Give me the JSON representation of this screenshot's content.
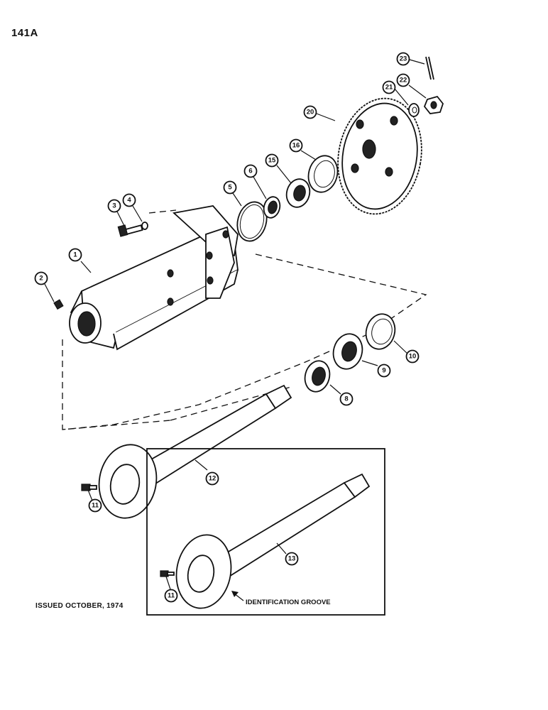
{
  "page_number": "141A",
  "issued": "ISSUED OCTOBER, 1974",
  "identification_label": "IDENTIFICATION GROOVE",
  "callouts": [
    "1",
    "2",
    "3",
    "4",
    "5",
    "6",
    "8",
    "9",
    "10",
    "11",
    "12",
    "13",
    "15",
    "16",
    "20",
    "21",
    "22",
    "23"
  ]
}
